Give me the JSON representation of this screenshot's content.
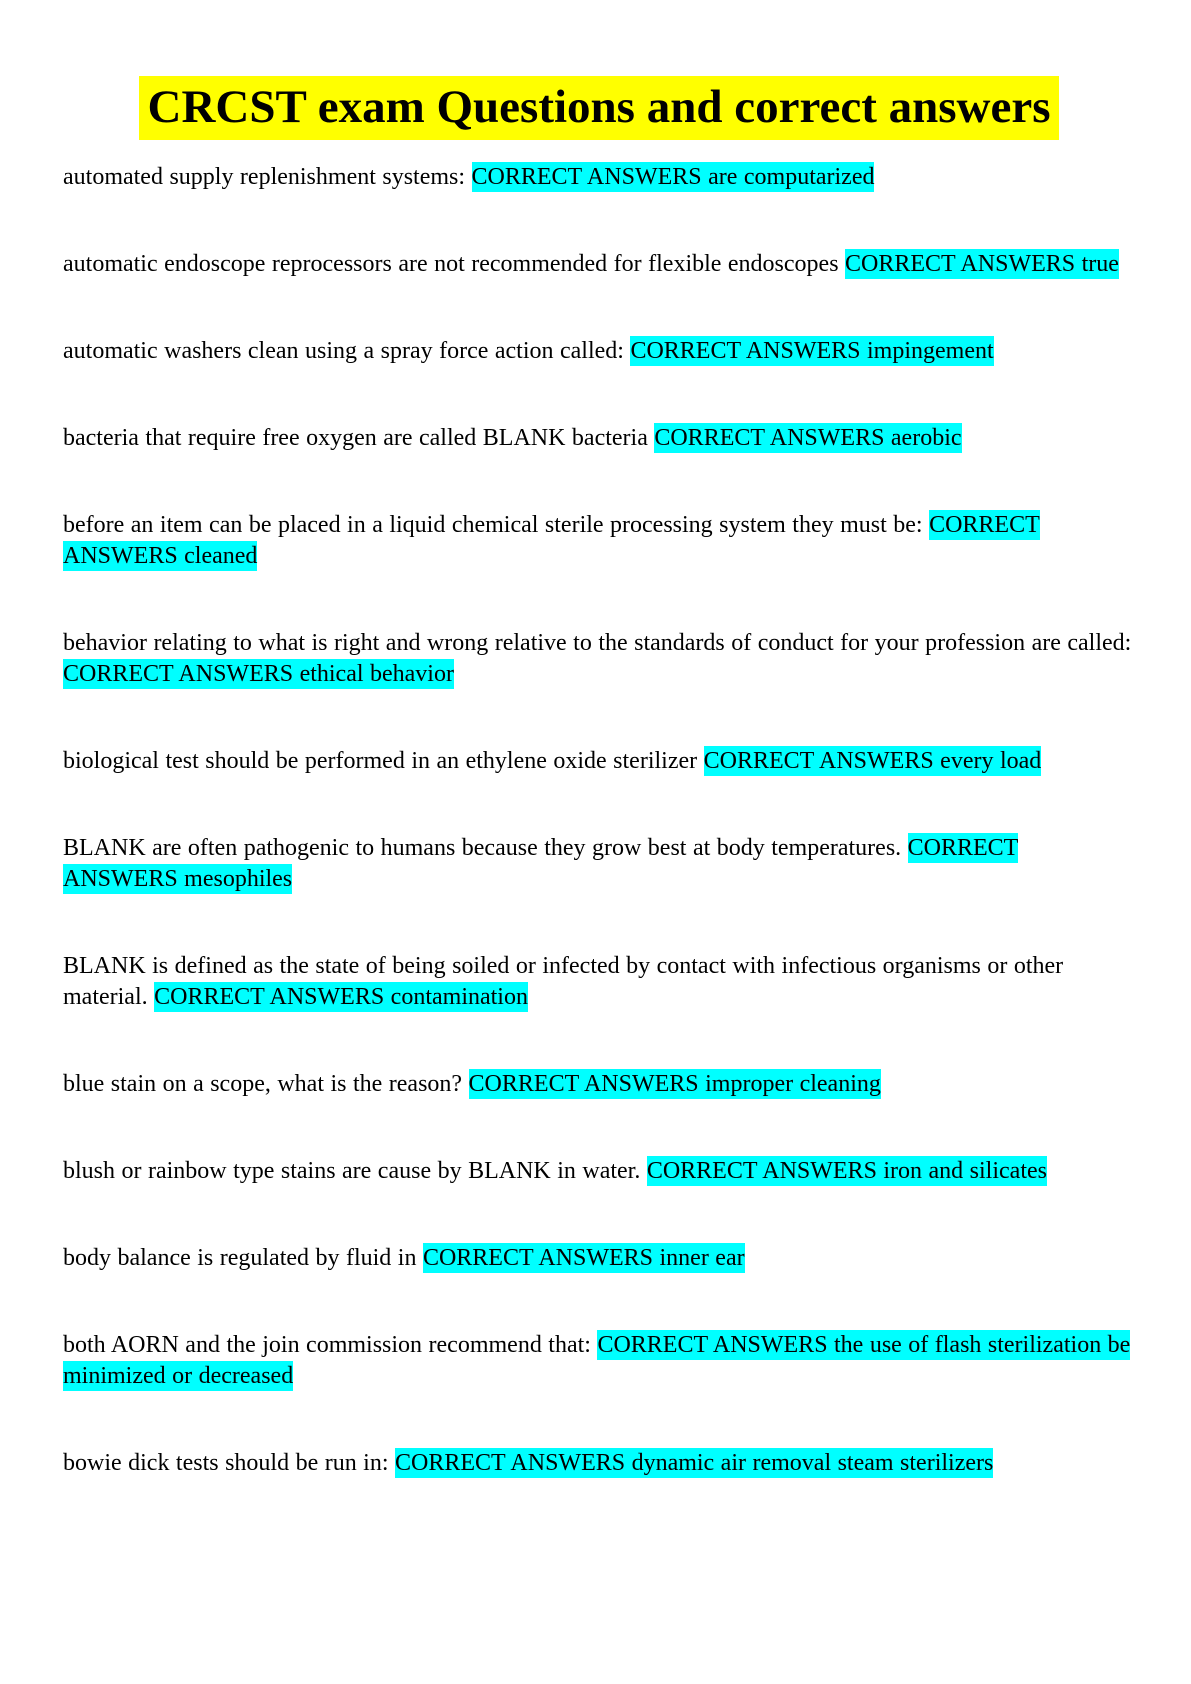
{
  "title": "CRCST exam Questions and correct answers",
  "colors": {
    "title_highlight": "#ffff00",
    "answer_highlight": "#00ffff",
    "text": "#000000",
    "page_background": "#ffffff"
  },
  "entries": [
    {
      "question": "automated supply replenishment systems:",
      "answer": "CORRECT ANSWERS are computarized"
    },
    {
      "question": "automatic endoscope reprocessors are not recommended for flexible endoscopes",
      "answer": "CORRECT ANSWERS true"
    },
    {
      "question": "automatic washers clean using a spray force action called:",
      "answer": "CORRECT ANSWERS impingement"
    },
    {
      "question": "bacteria that require free oxygen are called BLANK bacteria",
      "answer": "CORRECT ANSWERS aerobic"
    },
    {
      "question": "before an item can be placed in a liquid chemical sterile processing system they must be:",
      "answer": "CORRECT ANSWERS cleaned"
    },
    {
      "question": "behavior relating to what is right and wrong relative to the standards of conduct for your profession are called:",
      "answer": "CORRECT ANSWERS ethical behavior"
    },
    {
      "question": "biological test should be performed in an ethylene oxide sterilizer",
      "answer": "CORRECT ANSWERS every load"
    },
    {
      "question": "BLANK are often pathogenic to humans because they grow best at body temperatures.",
      "answer": "CORRECT ANSWERS mesophiles"
    },
    {
      "question": "BLANK is defined as the state of being soiled or infected by contact with infectious organisms or other material.",
      "answer": "CORRECT ANSWERS contamination"
    },
    {
      "question": "blue stain on a scope, what is the reason?",
      "answer": "CORRECT ANSWERS improper cleaning"
    },
    {
      "question": "blush or rainbow type stains are cause by BLANK in water.",
      "answer": "CORRECT ANSWERS iron and silicates"
    },
    {
      "question": "body balance is regulated by fluid in",
      "answer": "CORRECT ANSWERS inner ear"
    },
    {
      "question": "both AORN and the join commission recommend that:",
      "answer": "CORRECT ANSWERS the use of flash sterilization be minimized or decreased"
    },
    {
      "question": "bowie dick tests should be run in:",
      "answer": "CORRECT ANSWERS dynamic air removal steam sterilizers"
    }
  ]
}
